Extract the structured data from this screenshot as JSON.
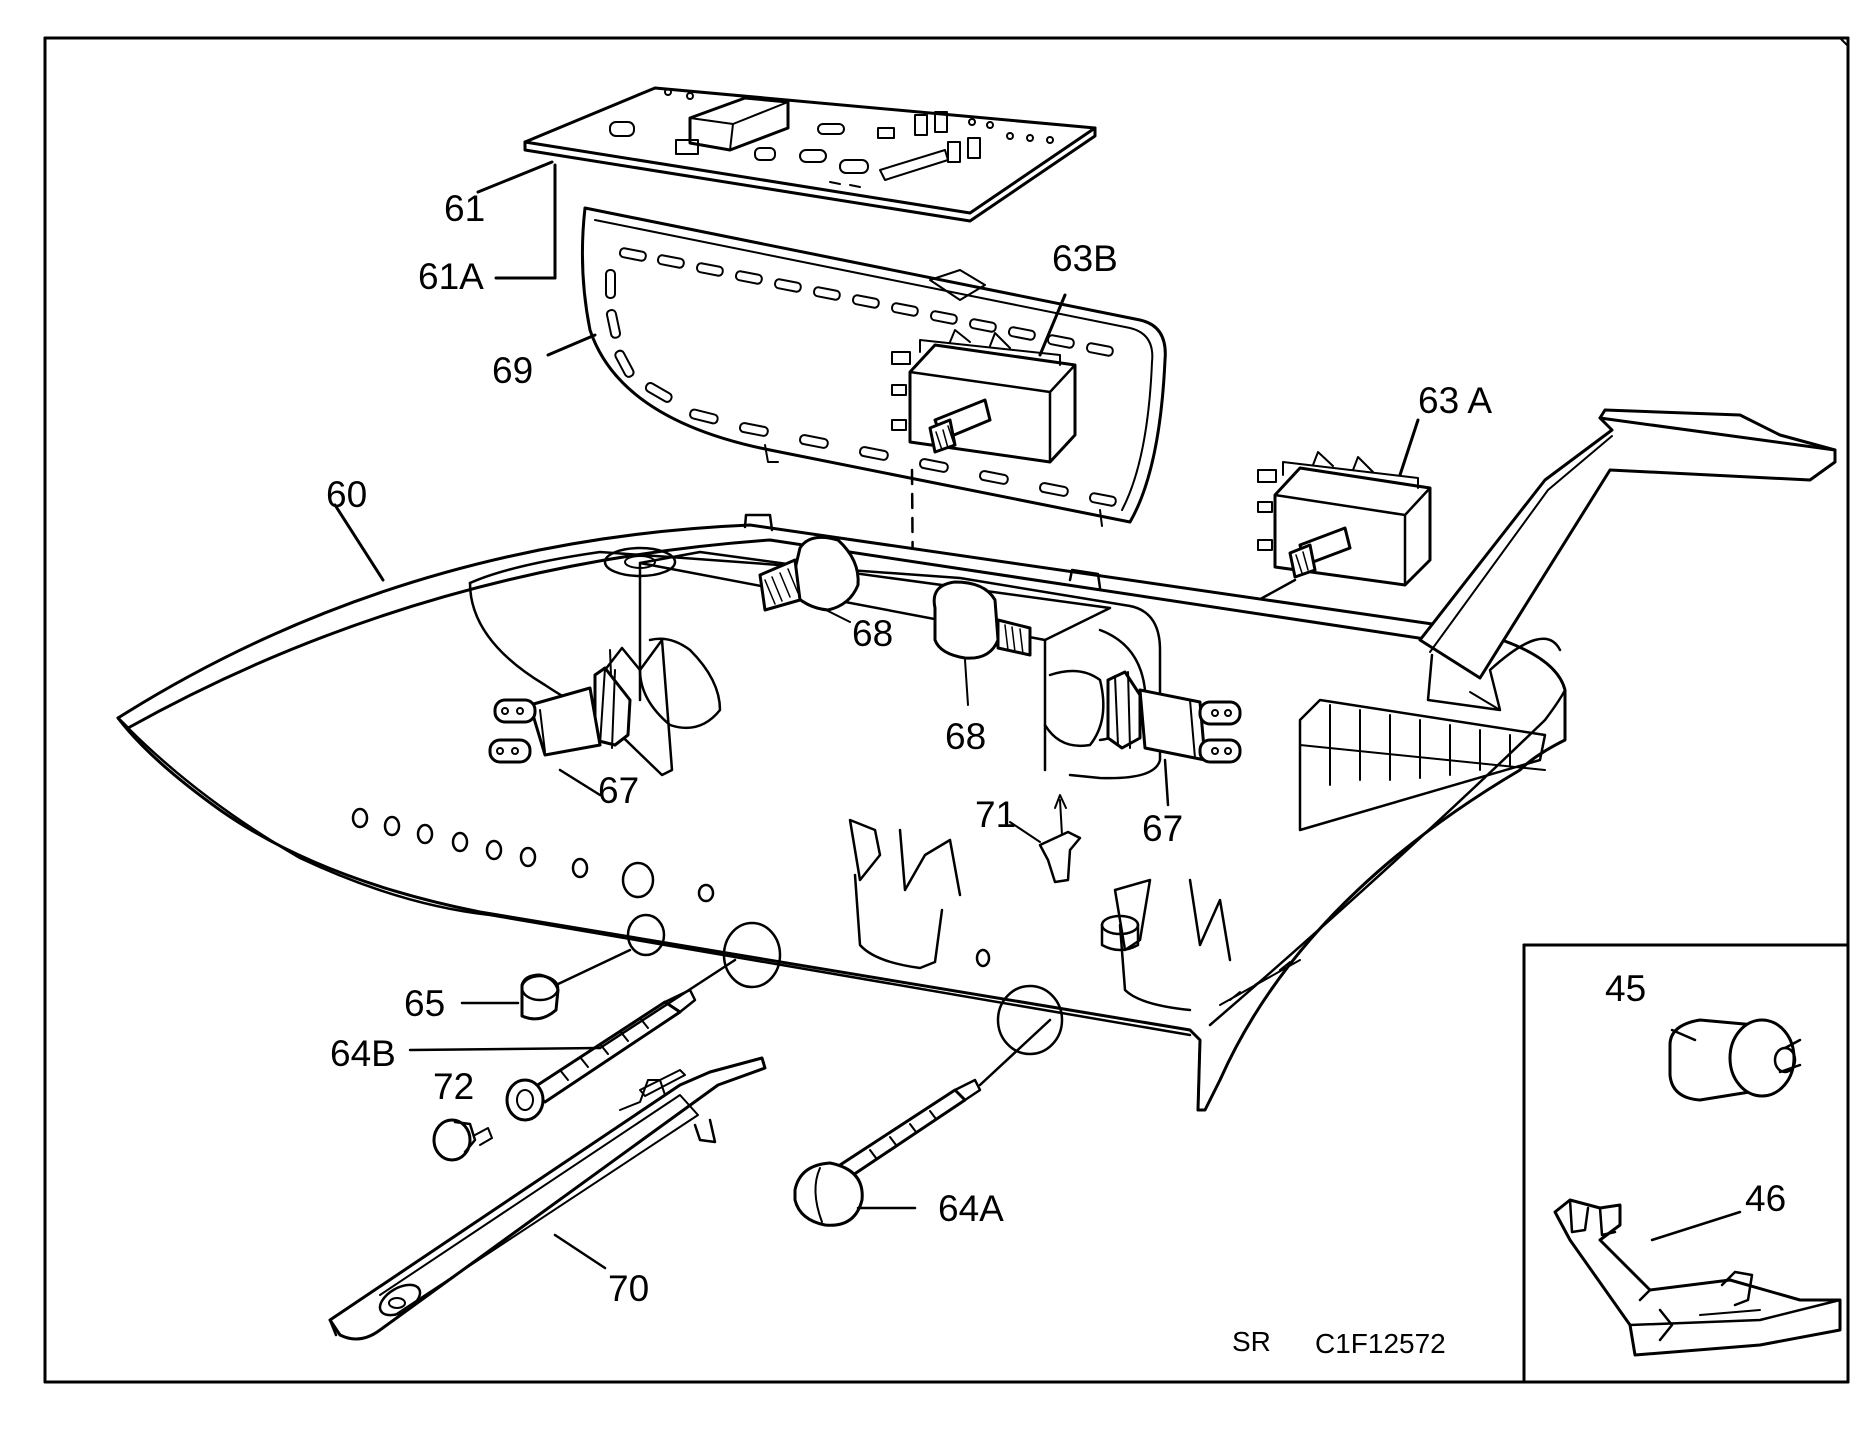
{
  "callouts": {
    "c61": "61",
    "c61A": "61A",
    "c63B": "63B",
    "c69": "69",
    "c63A": "63 A",
    "c60": "60",
    "c68a": "68",
    "c68b": "68",
    "c67a": "67",
    "c67b": "67",
    "c71": "71",
    "c65": "65",
    "c64B": "64B",
    "c72": "72",
    "c64A": "64A",
    "c70": "70",
    "c45": "45",
    "c46": "46"
  },
  "footer": {
    "code_prefix": "SR",
    "drawing_number": "C1F12572"
  }
}
